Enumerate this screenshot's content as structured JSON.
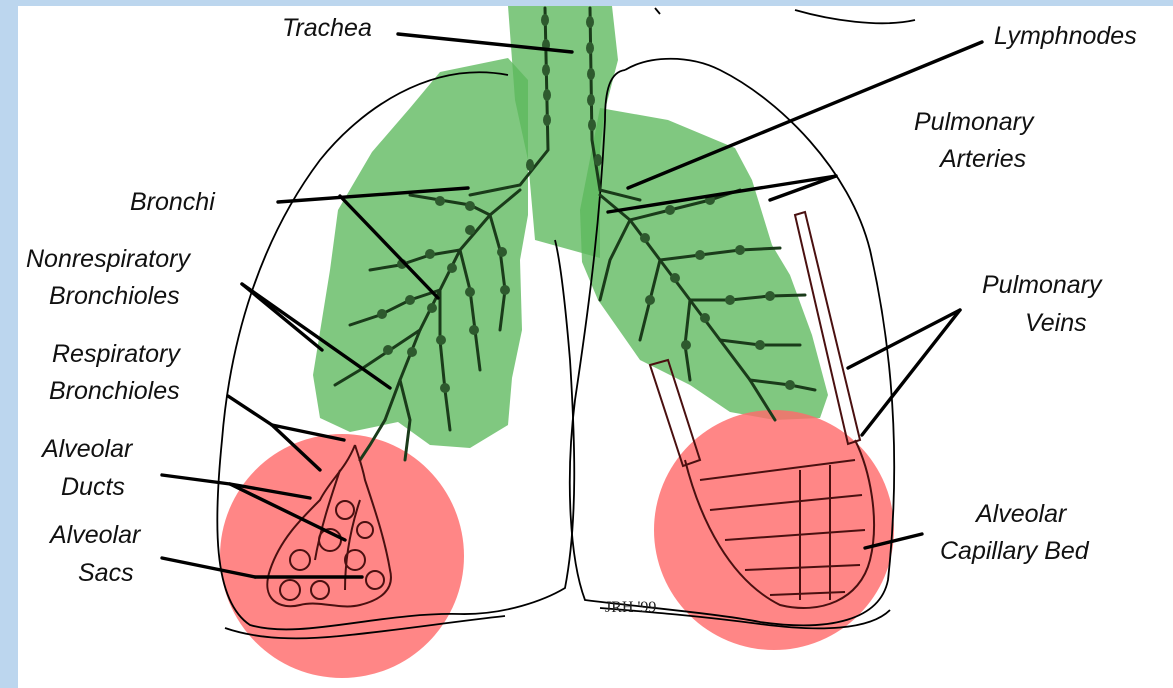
{
  "diagram": {
    "labels": {
      "trachea": "Trachea",
      "lymphnodes": "Lymphnodes",
      "pulmonary_arteries_1": "Pulmonary",
      "pulmonary_arteries_2": "Arteries",
      "bronchi": "Bronchi",
      "nonrespiratory_1": "Nonrespiratory",
      "nonrespiratory_2": "Bronchioles",
      "respiratory_1": "Respiratory",
      "respiratory_2": "Bronchioles",
      "alveolar_ducts_1": "Alveolar",
      "alveolar_ducts_2": "Ducts",
      "alveolar_sacs_1": "Alveolar",
      "alveolar_sacs_2": "Sacs",
      "pulmonary_veins_1": "Pulmonary",
      "pulmonary_veins_2": "Veins",
      "capillary_bed_1": "Alveolar",
      "capillary_bed_2": "Capillary Bed"
    },
    "signature": "JRH '99",
    "colors": {
      "conducting_zone": "#5cb85c",
      "respiratory_zone": "#ff6b6b",
      "frame": "#bcd6ee"
    }
  }
}
